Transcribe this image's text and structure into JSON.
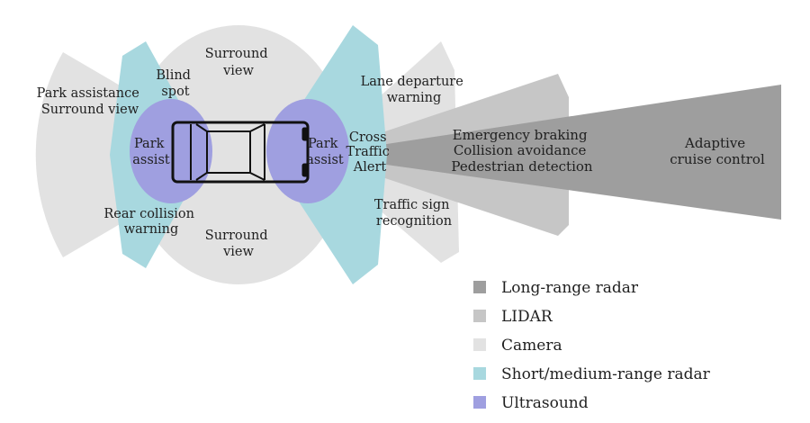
{
  "colors": {
    "long_range_radar": "#9e9e9e",
    "lidar": "#c6c6c6",
    "camera": "#e2e2e2",
    "short_medium_radar": "#a8d8df",
    "ultrasound": "#9f9fe0",
    "car_outline": "#111111"
  },
  "labels": {
    "rear_left": [
      "Park assistance",
      "Surround view"
    ],
    "blind_spot": [
      "Blind",
      "spot"
    ],
    "surround_top": [
      "Surround",
      "view"
    ],
    "park_assist_rear": [
      "Park",
      "assist"
    ],
    "rear_collision": [
      "Rear collision",
      "warning"
    ],
    "surround_bottom": [
      "Surround",
      "view"
    ],
    "park_assist_front": [
      "Park",
      "assist"
    ],
    "cross_traffic": [
      "Cross",
      "Traffic",
      "Alert"
    ],
    "lane_departure": [
      "Lane departure",
      "warning"
    ],
    "traffic_sign": [
      "Traffic sign",
      "recognition"
    ],
    "emergency": [
      "Emergency braking",
      "Collision avoidance",
      "Pedestrian detection"
    ],
    "adaptive": [
      "Adaptive",
      "cruise control"
    ]
  },
  "legend": [
    {
      "label": "Long-range radar",
      "color": "#9e9e9e"
    },
    {
      "label": "LIDAR",
      "color": "#c6c6c6"
    },
    {
      "label": "Camera",
      "color": "#e2e2e2"
    },
    {
      "label": "Short/medium-range radar",
      "color": "#a8d8df"
    },
    {
      "label": "Ultrasound",
      "color": "#9f9fe0"
    }
  ]
}
